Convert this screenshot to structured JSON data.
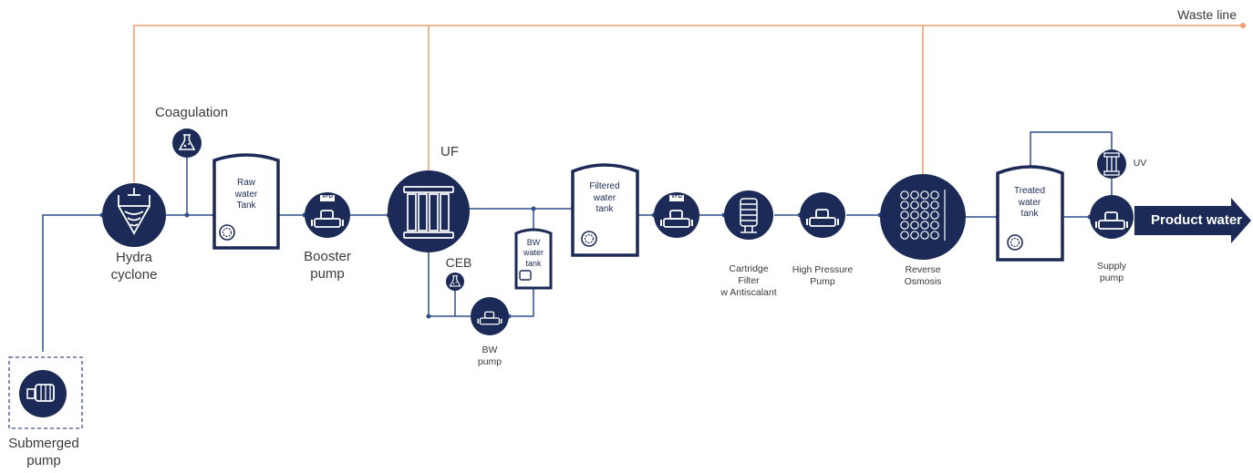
{
  "diagram": {
    "colors": {
      "equipment": "#1b2a56",
      "process_line": "#2f4f8a",
      "waste_line": "#f0a070"
    },
    "waste_line_label": "Waste line",
    "product_label": "Product water",
    "labels": {
      "coagulation": "Coagulation",
      "uf": "UF",
      "ceb": "CEB",
      "uv": "UV",
      "hydra_cyclone": "Hydra\ncyclone",
      "submerged_pump": "Submerged\npump",
      "booster_pump": "Booster\npump",
      "bw_pump": "BW\npump",
      "cartridge_filter": "Cartridge\nFilter\nw Antiscalant",
      "high_pressure_pump": "High Pressure\nPump",
      "reverse_osmosis": "Reverse\nOsmosis",
      "supply_pump": "Supply\npump"
    },
    "tanks": {
      "raw_water": "Raw\nwater\nTank",
      "bw_water": "BW\nwater\ntank",
      "filtered_water": "Filtered\nwater\ntank",
      "treated_water": "Treated\nwater\ntank"
    },
    "vfd_tag": "VFD",
    "icons": [
      "pump-icon",
      "cyclone-icon",
      "chemical-flask-icon",
      "uf-membrane-icon",
      "cartridge-filter-icon",
      "ro-membrane-icon",
      "uv-lamp-icon",
      "agitator-icon"
    ]
  }
}
